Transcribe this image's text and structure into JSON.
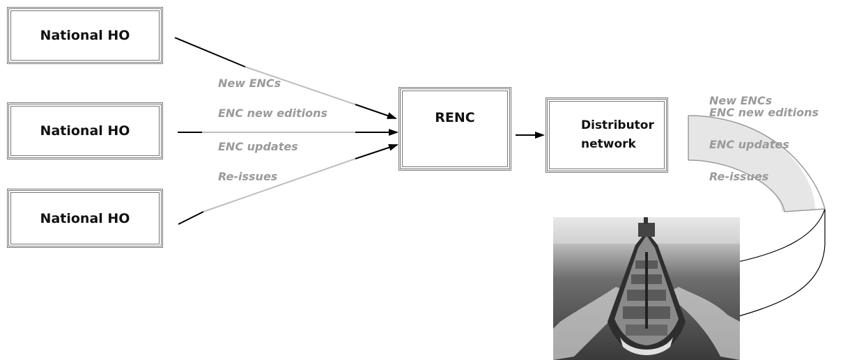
{
  "sources": [
    {
      "label": "National HO"
    },
    {
      "label": "National HO"
    },
    {
      "label": "National HO"
    }
  ],
  "renc": {
    "label": "RENC"
  },
  "distributor": {
    "line1": "Distributor",
    "line2": "network"
  },
  "flows_in": [
    "New ENCs",
    "ENC new editions",
    "ENC updates",
    "Re-issues"
  ],
  "flows_out": [
    "New ENCs",
    "ENC new editions",
    "ENC updates",
    "Re-issues"
  ],
  "colors": {
    "arrow": "#000000",
    "faded_line": "#bdbdbd",
    "label": "#9a9a9a",
    "curve_fill": "#e6e6e6"
  },
  "ship": {
    "icon": "ship-photo"
  }
}
